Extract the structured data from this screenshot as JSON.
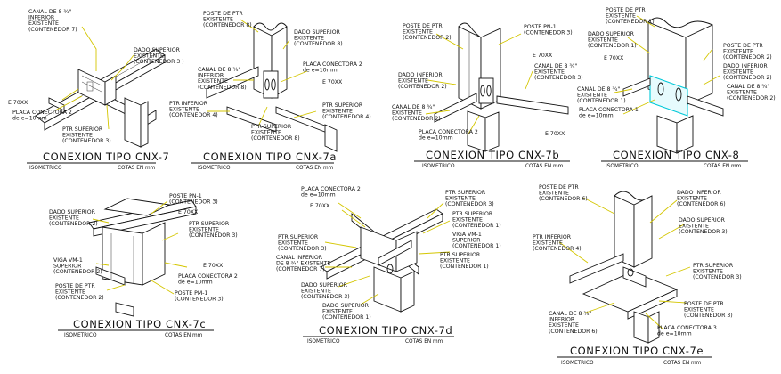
{
  "colors": {
    "leader": "#d4c600",
    "highlight": "#00c8d8",
    "line": "#111111"
  },
  "drawings": [
    {
      "id": "cnx7",
      "title": "CONEXION  TIPO  CNX-7",
      "iso": "ISOMETRICO",
      "cotas": "COTAS EN     mm",
      "labels": {
        "l1": [
          "CANAL DE 8 ¾\"",
          "INFERIOR",
          "EXISTENTE",
          "(CONTENEDOR 7)"
        ],
        "l2": [
          "DADO SUPERIOR",
          "EXISTENTE",
          "(CONTENEDOR 3 )"
        ],
        "l3": [
          "E 70XX"
        ],
        "l4": [
          "PLACA CONECTORA 2",
          "de e=10mm"
        ],
        "l5": [
          "PTR SUPERIOR",
          "EXISTENTE",
          "(CONTENEDOR 3)"
        ]
      }
    },
    {
      "id": "cnx7a",
      "title": "CONEXION  TIPO  CNX-7a",
      "iso": "ISOMETRICO",
      "cotas": "COTAS EN     mm",
      "labels": {
        "l1": [
          "POSTE DE PTR",
          "EXISTENTE",
          "(CONTENEDOR 8)"
        ],
        "l2": [
          "DADO SUPERIOR",
          "EXISTENTE",
          "(CONTENEDOR 8)"
        ],
        "l3": [
          "CANAL DE 8 ¾\"",
          "INFERIOR",
          "EXISTENTE",
          "(CONTENEDOR 8)"
        ],
        "l4": [
          "PLACA CONECTORA 2",
          "de e=10mm"
        ],
        "l5": [
          "E 70XX"
        ],
        "l6": [
          "PTR INFERIOR",
          "EXISTENTE",
          "(CONTENEDOR 4)"
        ],
        "l7": [
          "PTR SUPERIOR",
          "EXISTENTE",
          "(CONTENEDOR 4)"
        ],
        "l8": [
          "PTR SUPERIOR",
          "EXISTENTE",
          "(CONTENEDOR 8)"
        ]
      }
    },
    {
      "id": "cnx7b",
      "title": "CONEXION  TIPO  CNX-7b",
      "iso": "ISOMETRICO",
      "cotas": "COTAS EN     mm",
      "labels": {
        "l1": [
          "POSTE DE PTR",
          "EXISTENTE",
          "(CONTENEDOR 2)"
        ],
        "l2": [
          "POSTE PN-1",
          "(CONTENEDOR 3)"
        ],
        "l3": [
          "E 70XX"
        ],
        "l4": [
          "DADO INFERIOR",
          "EXISTENTE",
          "(CONTENEDOR 2)"
        ],
        "l5": [
          "CANAL DE 8 ¾\"",
          "EXISTENTE",
          "(CONTENEDOR 3)"
        ],
        "l6": [
          "CANAL DE 8 ¾\"",
          "EXISTENTE",
          "(CONTENEDOR 2)"
        ],
        "l7": [
          "PLACA CONECTORA 2",
          "de e=10mm"
        ],
        "l8": [
          "E 70XX"
        ]
      }
    },
    {
      "id": "cnx8",
      "title": "CONEXION  TIPO  CNX-8",
      "iso": "ISOMETRICO",
      "cotas": "COTAS EN     mm",
      "labels": {
        "l1": [
          "POSTE DE PTR",
          "EXISTENTE",
          "(CONTENEDOR 1)"
        ],
        "l2": [
          "DADO SUPERIOR",
          "EXISTENTE",
          "(CONTENEDOR 1)"
        ],
        "l3": [
          "E 70XX"
        ],
        "l4": [
          "POSTE DE PTR",
          "EXISTENTE",
          "(CONTENEDOR 2)"
        ],
        "l5": [
          "DADO INFERIOR",
          "EXISTENTE",
          "(CONTENEDOR 2)"
        ],
        "l6": [
          "CANAL DE 8 ¾\"",
          "EXISTENTE",
          "(CONTENEDOR 2)"
        ],
        "l7": [
          "CANAL DE 8 ¾\"",
          "EXISTENTE",
          "(CONTENEDOR 1)"
        ],
        "l8": [
          "PLACA CONECTORA 1",
          "de e=10mm"
        ]
      }
    },
    {
      "id": "cnx7c",
      "title": "CONEXION  TIPO  CNX-7c",
      "iso": "ISOMETRICO",
      "cotas": "COTAS EN     mm",
      "labels": {
        "l1": [
          "DADO SUPERIOR",
          "EXISTENTE",
          "(CONTENEDOR 2)"
        ],
        "l2": [
          "POSTE PN-1",
          "(CONTENEDOR 3)"
        ],
        "l3": [
          "E 70XX"
        ],
        "l4": [
          "PTR SUPERIOR",
          "EXISTENTE",
          "(CONTENEDOR 3)"
        ],
        "l5": [
          "VIGA VM-1",
          "SUPERIOR",
          "(CONTENEDOR 2)"
        ],
        "l6": [
          "E 70XX"
        ],
        "l7": [
          "PLACA CONECTORA 2",
          "de e=10mm"
        ],
        "l8": [
          "POSTE DE PTR",
          "EXISTENTE",
          "(CONTENEDOR 2)"
        ],
        "l9": [
          "POSTE PM-1",
          "(CONTENEDOR 3)"
        ]
      }
    },
    {
      "id": "cnx7d",
      "title": "CONEXION  TIPO  CNX-7d",
      "iso": "ISOMETRICO",
      "cotas": "COTAS EN     mm",
      "labels": {
        "l1": [
          "PLACA CONECTORA 2",
          "de e=10mm"
        ],
        "l2": [
          "E 70XX"
        ],
        "l3": [
          "PTR SUPERIOR",
          "EXISTENTE",
          "(CONTENEDOR 3)"
        ],
        "l4": [
          "PTR SUPERIOR",
          "EXISTENTE",
          "(CONTENEDOR 1)"
        ],
        "l5": [
          "PTR SUPERIOR",
          "EXISTENTE",
          "(CONTENEDOR 3)"
        ],
        "l6": [
          "VIGA VM-1",
          "SUPERIOR",
          "(CONTENEDOR 1)"
        ],
        "l7": [
          "CANAL INFERIOR",
          "DE 8 ¾\" EXISTENTE",
          "(CONTENEDOR 7)"
        ],
        "l8": [
          "PTR SUPERIOR",
          "EXISTENTE",
          "(CONTENEDOR 1)"
        ],
        "l9": [
          "DADO SUPERIOR",
          "EXISTENTE",
          "(CONTENEDOR 3)"
        ],
        "l10": [
          "DADO SUPERIOR",
          "EXISTENTE",
          "(CONTENEDOR 1)"
        ]
      }
    },
    {
      "id": "cnx7e",
      "title": "CONEXION  TIPO  CNX-7e",
      "iso": "ISOMETRICO",
      "cotas": "COTAS EN     mm",
      "labels": {
        "l1": [
          "POSTE DE PTR",
          "EXISTENTE",
          "(CONTENEDOR 6)"
        ],
        "l2": [
          "DADO INFERIOR",
          "EXISTENTE",
          "(CONTENEDOR 6)"
        ],
        "l3": [
          "DADO SUPERIOR",
          "EXISTENTE",
          "(CONTENEDOR 3)"
        ],
        "l4": [
          "PTR INFERIOR",
          "EXISTENTE",
          "(CONTENEDOR 4)"
        ],
        "l5": [
          "PTR SUPERIOR",
          "EXISTENTE",
          "(CONTENEDOR 3)"
        ],
        "l6": [
          "POSTE DE PTR",
          "EXISTENTE",
          "(CONTENEDOR 3)"
        ],
        "l7": [
          "CANAL DE 8 ¾\"",
          "INFERIOR",
          "EXISTENTE",
          "(CONTENEDOR 6)"
        ],
        "l8": [
          "PLACA CONECTORA 3",
          "de e=10mm"
        ]
      }
    }
  ]
}
